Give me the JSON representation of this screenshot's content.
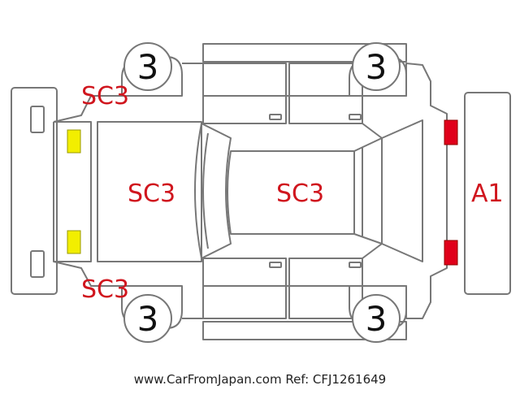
{
  "colors": {
    "outline": "#777777",
    "damage_text": "#d0161e",
    "yellow_marker": "#f2ee00",
    "red_marker": "#e0001a"
  },
  "marks": {
    "front_left": "SC3",
    "rear_left": "SC3",
    "hood": "SC3",
    "roof": "SC3",
    "rear": "A1"
  },
  "tires": {
    "front_left": "3",
    "rear_left": "3",
    "front_right": "3",
    "rear_right": "3"
  },
  "footer": "www.CarFromJapan.com Ref: CFJ1261649"
}
